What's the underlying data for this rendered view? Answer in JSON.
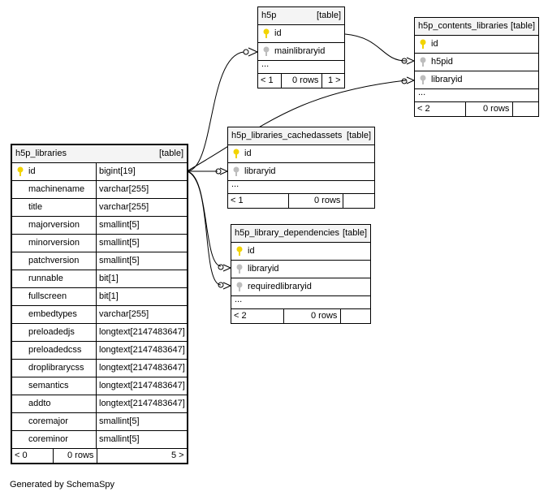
{
  "footer": "Generated by SchemaSpy",
  "tables": {
    "h5p": {
      "name": "h5p",
      "type": "[table]",
      "columns": [
        {
          "name": "id",
          "key": "primary"
        },
        {
          "name": "mainlibraryid",
          "key": "foreign"
        }
      ],
      "dots": "...",
      "footer": {
        "parents": "< 1",
        "rows": "0 rows",
        "children": "1 >"
      }
    },
    "h5p_contents_libraries": {
      "name": "h5p_contents_libraries",
      "type": "[table]",
      "columns": [
        {
          "name": "id",
          "key": "primary"
        },
        {
          "name": "h5pid",
          "key": "foreign"
        },
        {
          "name": "libraryid",
          "key": "foreign"
        }
      ],
      "dots": "...",
      "footer": {
        "parents": "< 2",
        "rows": "0 rows",
        "children": ""
      }
    },
    "h5p_libraries_cachedassets": {
      "name": "h5p_libraries_cachedassets",
      "type": "[table]",
      "columns": [
        {
          "name": "id",
          "key": "primary"
        },
        {
          "name": "libraryid",
          "key": "foreign"
        }
      ],
      "dots": "...",
      "footer": {
        "parents": "< 1",
        "rows": "0 rows",
        "children": ""
      }
    },
    "h5p_library_dependencies": {
      "name": "h5p_library_dependencies",
      "type": "[table]",
      "columns": [
        {
          "name": "id",
          "key": "primary"
        },
        {
          "name": "libraryid",
          "key": "foreign"
        },
        {
          "name": "requiredlibraryid",
          "key": "foreign"
        }
      ],
      "dots": "...",
      "footer": {
        "parents": "< 2",
        "rows": "0 rows",
        "children": ""
      }
    },
    "h5p_libraries": {
      "name": "h5p_libraries",
      "type": "[table]",
      "columns": [
        {
          "name": "id",
          "dtype": "bigint[19]",
          "key": "primary"
        },
        {
          "name": "machinename",
          "dtype": "varchar[255]",
          "key": ""
        },
        {
          "name": "title",
          "dtype": "varchar[255]",
          "key": ""
        },
        {
          "name": "majorversion",
          "dtype": "smallint[5]",
          "key": ""
        },
        {
          "name": "minorversion",
          "dtype": "smallint[5]",
          "key": ""
        },
        {
          "name": "patchversion",
          "dtype": "smallint[5]",
          "key": ""
        },
        {
          "name": "runnable",
          "dtype": "bit[1]",
          "key": ""
        },
        {
          "name": "fullscreen",
          "dtype": "bit[1]",
          "key": ""
        },
        {
          "name": "embedtypes",
          "dtype": "varchar[255]",
          "key": ""
        },
        {
          "name": "preloadedjs",
          "dtype": "longtext[2147483647]",
          "key": ""
        },
        {
          "name": "preloadedcss",
          "dtype": "longtext[2147483647]",
          "key": ""
        },
        {
          "name": "droplibrarycss",
          "dtype": "longtext[2147483647]",
          "key": ""
        },
        {
          "name": "semantics",
          "dtype": "longtext[2147483647]",
          "key": ""
        },
        {
          "name": "addto",
          "dtype": "longtext[2147483647]",
          "key": ""
        },
        {
          "name": "coremajor",
          "dtype": "smallint[5]",
          "key": ""
        },
        {
          "name": "coreminor",
          "dtype": "smallint[5]",
          "key": ""
        }
      ],
      "footer": {
        "parents": "< 0",
        "rows": "0 rows",
        "children": "5 >"
      }
    }
  },
  "colors": {
    "primary_key": "#f2d400",
    "foreign_key": "#bdbdbd",
    "header": "#f4f4f4"
  }
}
